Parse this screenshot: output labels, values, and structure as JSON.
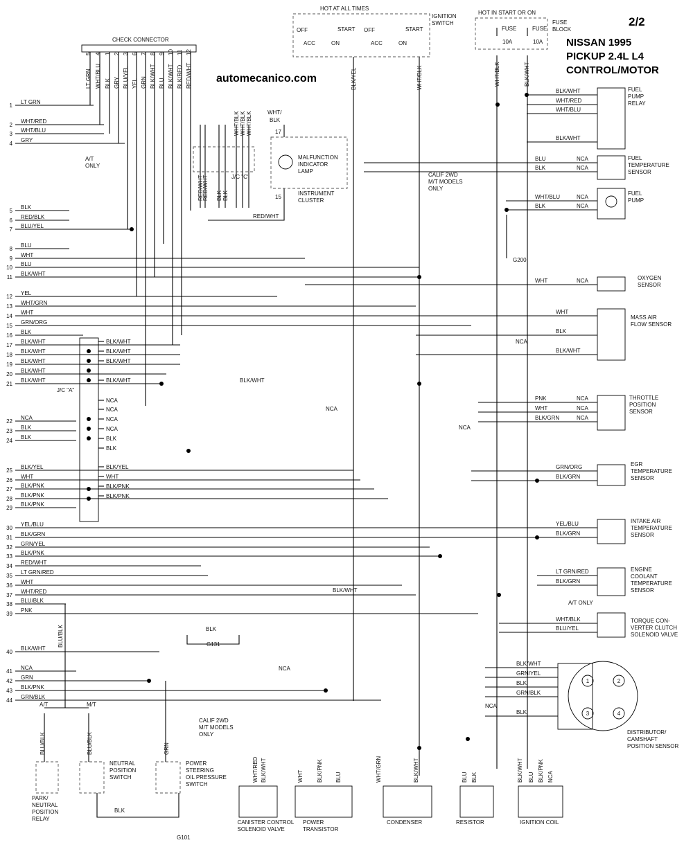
{
  "page_number": "2/2",
  "title_lines": [
    "NISSAN 1995",
    "PICKUP 2.4L L4",
    "CONTROL/MOTOR"
  ],
  "watermark": "automecanico.com",
  "top": {
    "hot_at_all_times": "HOT AT ALL TIMES",
    "ignition_switch": [
      "IGNITION",
      "SWITCH"
    ],
    "switch_labels": [
      "OFF",
      "ACC",
      "START",
      "ON",
      "OFF",
      "ACC",
      "START",
      "ON"
    ],
    "hot_in_start_or_on": "HOT IN START OR ON",
    "fuse_block": [
      "FUSE",
      "BLOCK"
    ],
    "fuses": [
      {
        "label": "FUSE",
        "rating": "10A"
      },
      {
        "label": "FUSE",
        "rating": "10A"
      }
    ],
    "check_connector": "CHECK CONNECTOR",
    "check_pins": [
      "5",
      "4",
      "1",
      "2",
      "3",
      "6",
      "7",
      "8",
      "9",
      "10",
      "11",
      "12"
    ],
    "check_colors": [
      "LT GRN",
      "WHT/BLU",
      "BLK",
      "GRY",
      "BLU/YEL",
      "YEL",
      "GRN",
      "BLK/WHT",
      "BLU",
      "BLK/WHT",
      "BLK/RED",
      "RED/WHT"
    ]
  },
  "ecm_pins": [
    {
      "n": "1",
      "c": "LT GRN"
    },
    {
      "n": "2",
      "c": "WHT/RED"
    },
    {
      "n": "3",
      "c": "WHT/BLU"
    },
    {
      "n": "4",
      "c": "GRY"
    },
    {
      "n": "5",
      "c": "BLK"
    },
    {
      "n": "6",
      "c": "RED/BLK"
    },
    {
      "n": "7",
      "c": "BLU/YEL"
    },
    {
      "n": "8",
      "c": "BLU"
    },
    {
      "n": "9",
      "c": "WHT"
    },
    {
      "n": "10",
      "c": "BLU"
    },
    {
      "n": "11",
      "c": "BLK/WHT"
    },
    {
      "n": "12",
      "c": "YEL"
    },
    {
      "n": "13",
      "c": "WHT/GRN"
    },
    {
      "n": "14",
      "c": "WHT"
    },
    {
      "n": "15",
      "c": "GRN/ORG"
    },
    {
      "n": "16",
      "c": "BLK"
    },
    {
      "n": "17",
      "c": "BLK/WHT"
    },
    {
      "n": "18",
      "c": "BLK/WHT"
    },
    {
      "n": "19",
      "c": "BLK/WHT"
    },
    {
      "n": "20",
      "c": "BLK/WHT"
    },
    {
      "n": "21",
      "c": "BLK/WHT"
    },
    {
      "n": "22",
      "c": "NCA"
    },
    {
      "n": "23",
      "c": "BLK"
    },
    {
      "n": "24",
      "c": "BLK"
    },
    {
      "n": "25",
      "c": "BLK/YEL"
    },
    {
      "n": "26",
      "c": "WHT"
    },
    {
      "n": "27",
      "c": "BLK/PNK"
    },
    {
      "n": "28",
      "c": "BLK/PNK"
    },
    {
      "n": "29",
      "c": "BLK/PNK"
    },
    {
      "n": "30",
      "c": "YEL/BLU"
    },
    {
      "n": "31",
      "c": "BLK/GRN"
    },
    {
      "n": "32",
      "c": "GRN/YEL"
    },
    {
      "n": "33",
      "c": "BLK/PNK"
    },
    {
      "n": "34",
      "c": "RED/WHT"
    },
    {
      "n": "35",
      "c": "LT GRN/RED"
    },
    {
      "n": "36",
      "c": "WHT"
    },
    {
      "n": "37",
      "c": "WHT/RED"
    },
    {
      "n": "38",
      "c": "BLU/BLK"
    },
    {
      "n": "39",
      "c": "PNK"
    },
    {
      "n": "40",
      "c": "BLK/WHT"
    },
    {
      "n": "41",
      "c": "NCA"
    },
    {
      "n": "42",
      "c": "GRN"
    },
    {
      "n": "43",
      "c": "BLK/PNK"
    },
    {
      "n": "44",
      "c": "GRN/BLK"
    }
  ],
  "jc_a": {
    "label": "J/C \"A\"",
    "right_labels": [
      "BLK/WHT",
      "BLK/WHT",
      "BLK/WHT",
      "BLK/WHT",
      "NCA",
      "NCA",
      "NCA",
      "NCA",
      "BLK",
      "BLK",
      "BLK/YEL",
      "WHT",
      "BLK/PNK",
      "BLK/PNK"
    ]
  },
  "jc_c": {
    "label": "J/C \"C\"",
    "colors": [
      "RED/WHT",
      "RED/WHT",
      "BLK",
      "BLK",
      "WHT/BLK",
      "WHT/BLK",
      "WHT/BLK"
    ]
  },
  "mil": {
    "lines": [
      "MALFUNCTION",
      "INDICATOR",
      "LAMP"
    ],
    "cluster": [
      "INSTRUMENT",
      "CLUSTER"
    ],
    "pin_top": "17",
    "pin_bottom": "15",
    "wire": "WHT/ BLK"
  },
  "misc_labels": {
    "at_only": [
      "A/T",
      "ONLY"
    ],
    "calif_2wd": [
      "CALIF 2WD",
      "M/T MODELS",
      "ONLY"
    ],
    "red_wht": "RED/WHT",
    "blk_wht_21": "BLK/WHT",
    "blk_wht_37": "BLK/WHT",
    "nca_mid1": "NCA",
    "nca_mid2": "NCA",
    "nca_41": "NCA",
    "g200": "G200",
    "g131": "G131",
    "g101": "G101",
    "blk": "BLK",
    "at": "A/T",
    "mt": "M/T",
    "blu_blk": "BLU/BLK",
    "grn": "GRN",
    "blk_yel_vert": "BLK/YEL",
    "wht_blk_vert": "WHT/BLK",
    "blk_wht_vert": "BLK/WHT",
    "blk_vert": "BLK",
    "blk_pnk_vert": "BLK/PNK",
    "at_only2": "A/T ONLY"
  },
  "components": {
    "fuel_pump_relay": {
      "name": [
        "FUEL",
        "PUMP",
        "RELAY"
      ],
      "wires": [
        "BLK/WHT",
        "WHT/RED",
        "WHT/BLU",
        "BLK/WHT"
      ]
    },
    "fuel_temp": {
      "name": [
        "FUEL",
        "TEMPERATURE",
        "SENSOR"
      ],
      "wires": [
        "BLU",
        "BLK"
      ],
      "nca": [
        "NCA",
        "NCA"
      ]
    },
    "fuel_pump": {
      "name": [
        "FUEL",
        "PUMP"
      ],
      "wires": [
        "WHT/BLU",
        "BLK"
      ],
      "nca": [
        "NCA",
        "NCA"
      ]
    },
    "oxygen": {
      "name": [
        "OXYGEN",
        "SENSOR"
      ],
      "wires": [
        "WHT"
      ],
      "nca": [
        "NCA"
      ]
    },
    "maf": {
      "name": [
        "MASS AIR",
        "FLOW SENSOR"
      ],
      "wires": [
        "WHT",
        "BLK",
        "BLK/WHT"
      ],
      "nca": [
        "NCA"
      ]
    },
    "tps": {
      "name": [
        "THROTTLE",
        "POSITION",
        "SENSOR"
      ],
      "wires": [
        "PNK",
        "WHT",
        "BLK/GRN"
      ],
      "nca": [
        "NCA",
        "NCA",
        "NCA"
      ]
    },
    "egr": {
      "name": [
        "EGR",
        "TEMPERATURE",
        "SENSOR"
      ],
      "wires": [
        "GRN/ORG",
        "BLK/GRN"
      ]
    },
    "iat": {
      "name": [
        "INTAKE AIR",
        "TEMPERATURE",
        "SENSOR"
      ],
      "wires": [
        "YEL/BLU",
        "BLK/GRN"
      ]
    },
    "ect": {
      "name": [
        "ENGINE",
        "COOLANT",
        "TEMPERATURE",
        "SENSOR"
      ],
      "wires": [
        "LT GRN/RED",
        "BLK/GRN"
      ]
    },
    "tcc": {
      "name": [
        "TORQUE CON-",
        "VERTER CLUTCH",
        "SOLENOID VALVE"
      ],
      "wires": [
        "WHT/BLK",
        "BLU/YEL"
      ]
    },
    "distributor": {
      "name": [
        "DISTRIBUTOR/",
        "CAMSHAFT",
        "POSITION SENSOR"
      ],
      "wires": [
        "BLK/WHT",
        "GRN/YEL",
        "BLK",
        "GRN/BLK",
        "BLK"
      ],
      "pins": [
        "1",
        "2",
        "3",
        "4"
      ],
      "nca": "NCA"
    },
    "park_neutral": {
      "name": [
        "PARK/",
        "NEUTRAL",
        "POSITION",
        "RELAY"
      ],
      "wire": "BLU/BLK"
    },
    "neutral_switch": {
      "name": [
        "NEUTRAL",
        "POSITION",
        "SWITCH"
      ],
      "wire": "BLU/BLK"
    },
    "ps_switch": {
      "name": [
        "POWER",
        "STEERING",
        "OIL PRESSURE",
        "SWITCH"
      ],
      "wire": "GRN"
    },
    "canister": {
      "name": [
        "CANISTER CONTROL",
        "SOLENOID VALVE"
      ],
      "wires": [
        "WHT/RED",
        "BLK/WHT"
      ]
    },
    "power_transistor": {
      "name": [
        "POWER",
        "TRANSISTOR"
      ],
      "wires": [
        "WHT",
        "BLK/PNK",
        "BLU"
      ]
    },
    "condenser": {
      "name": [
        "CONDENSER"
      ],
      "wires": [
        "WHT/GRN",
        "BLK/WHT"
      ]
    },
    "resistor": {
      "name": [
        "RESISTOR"
      ],
      "wires": [
        "BLU",
        "BLK"
      ]
    },
    "ignition_coil": {
      "name": [
        "IGNITION COIL"
      ],
      "wires": [
        "BLK/WHT",
        "BLU",
        "BLK/PNK",
        "NCA"
      ]
    }
  }
}
